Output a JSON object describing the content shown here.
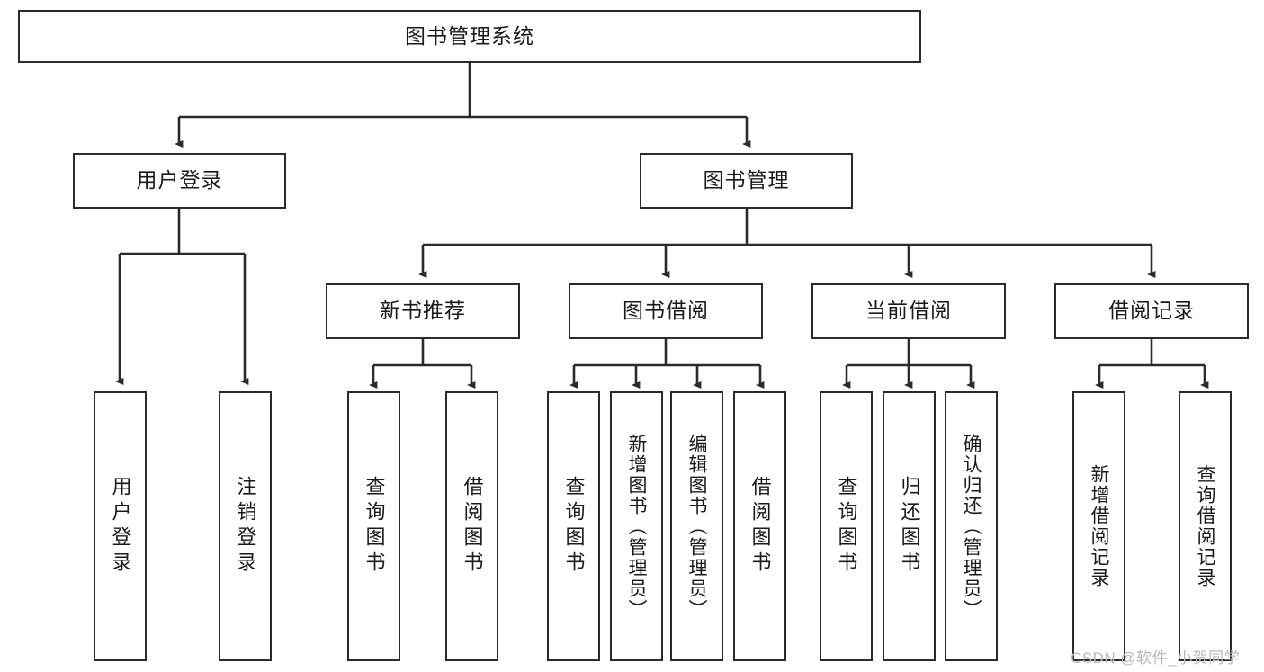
{
  "diagram": {
    "type": "tree-hierarchy",
    "title": "图书管理系统",
    "colors": {
      "box_border": "#2b2b2b",
      "box_fill": "#ffffff",
      "edge": "#2b2b2b",
      "text": "#1a1a1a",
      "watermark": "#b9b9b9",
      "background": "#ffffff"
    },
    "root": {
      "label": "图书管理系统"
    },
    "level2": [
      {
        "label": "用户登录"
      },
      {
        "label": "图书管理"
      }
    ],
    "level3": [
      {
        "label": "新书推荐"
      },
      {
        "label": "图书借阅"
      },
      {
        "label": "当前借阅"
      },
      {
        "label": "借阅记录"
      }
    ],
    "leaves_user_login": [
      {
        "label": "用户登录"
      },
      {
        "label": "注销登录"
      }
    ],
    "leaves_new_book": [
      {
        "label": "查询图书"
      },
      {
        "label": "借阅图书"
      }
    ],
    "leaves_borrow": [
      {
        "label": "查询图书"
      },
      {
        "label": "新增图书（管理员）"
      },
      {
        "label": "编辑图书（管理员）"
      },
      {
        "label": "借阅图书"
      }
    ],
    "leaves_current": [
      {
        "label": "查询图书"
      },
      {
        "label": "归还图书"
      },
      {
        "label": "确认归还（管理员）"
      }
    ],
    "leaves_record": [
      {
        "label": "新增借阅记录"
      },
      {
        "label": "查询借阅记录"
      }
    ]
  },
  "watermark": {
    "text": "CSDN @软件_小贺同学"
  }
}
